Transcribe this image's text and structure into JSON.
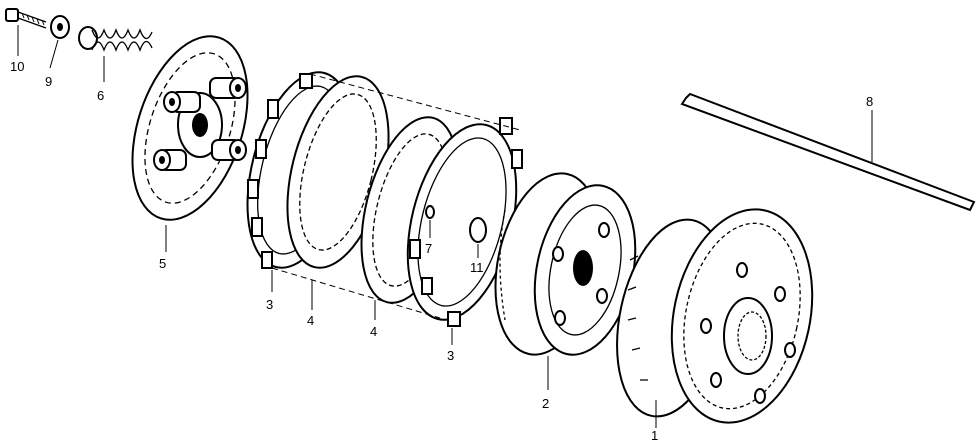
{
  "diagram": {
    "callouts": [
      {
        "id": "c10",
        "text": "10"
      },
      {
        "id": "c9",
        "text": "9"
      },
      {
        "id": "c6",
        "text": "6"
      },
      {
        "id": "c5",
        "text": "5"
      },
      {
        "id": "c3a",
        "text": "3"
      },
      {
        "id": "c4a",
        "text": "4"
      },
      {
        "id": "c4b",
        "text": "4"
      },
      {
        "id": "c3b",
        "text": "3"
      },
      {
        "id": "c7",
        "text": "7"
      },
      {
        "id": "c11",
        "text": "11"
      },
      {
        "id": "c2",
        "text": "2"
      },
      {
        "id": "c1",
        "text": "1"
      },
      {
        "id": "c8",
        "text": "8"
      }
    ]
  }
}
